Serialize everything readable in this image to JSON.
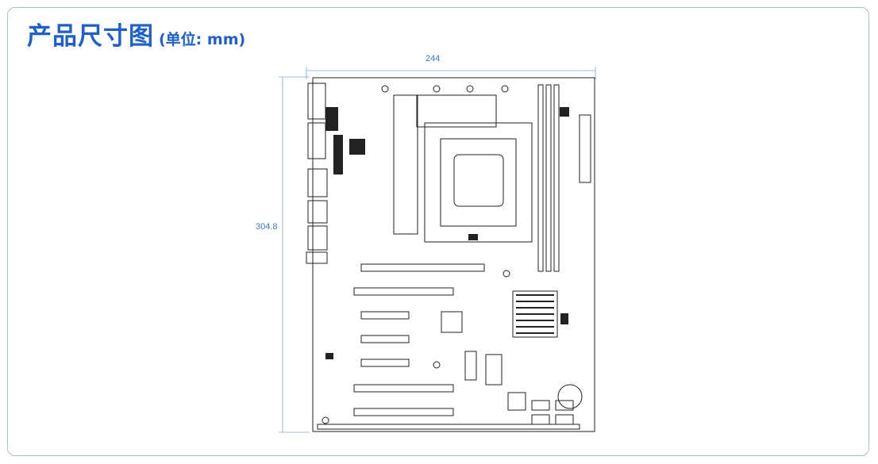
{
  "header": {
    "title": "产品尺寸图",
    "unit": "(单位: mm)"
  },
  "dimensions": {
    "width_label": "244",
    "height_label": "304.8"
  },
  "colors": {
    "accent": "#1b5fd1",
    "border": "#9cc4ea",
    "dimension": "#3a78c7",
    "drawing": "#222222"
  }
}
